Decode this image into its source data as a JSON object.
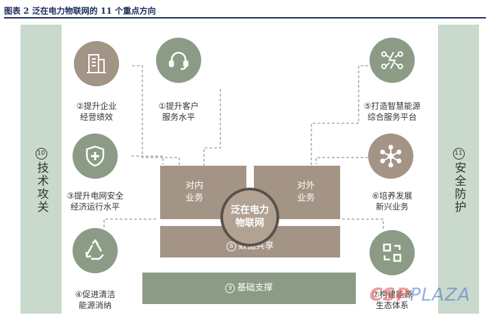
{
  "figure": {
    "title": "图表 2   泛在电力物联网的 11 个重点方向"
  },
  "side": {
    "left": {
      "num": "10",
      "label": "技术攻关"
    },
    "right": {
      "num": "11",
      "label": "安全防护"
    }
  },
  "nodes": {
    "n1": {
      "line1": "①提升客户",
      "line2": "服务水平",
      "icon": "headset-icon"
    },
    "n2": {
      "line1": "②提升企业",
      "line2": "经营绩效",
      "icon": "building-icon"
    },
    "n3": {
      "line1": "③提升电网安全",
      "line2": "经济运行水平",
      "icon": "shield-plus-icon"
    },
    "n4": {
      "line1": "④促进清洁",
      "line2": "能源消纳",
      "icon": "recycle-icon"
    },
    "n5": {
      "line1": "⑤打造智慧能源",
      "line2": "综合服务平台",
      "icon": "lightning-network-icon"
    },
    "n6": {
      "line1": "⑥培养发展",
      "line2": "新兴业务",
      "icon": "network-icon"
    },
    "n7": {
      "line1": "⑦构建能源",
      "line2": "生态体系",
      "icon": "ecosystem-icon"
    }
  },
  "blocks": {
    "inner": {
      "line1": "对内",
      "line2": "业务"
    },
    "outer": {
      "line1": "对外",
      "line2": "业务"
    },
    "data": {
      "num": "8",
      "label": "数据共享"
    },
    "base": {
      "num": "9",
      "label": "基础支撑"
    },
    "hub": {
      "line1": "泛在电力",
      "line2": "物联网"
    }
  },
  "watermark": {
    "left": "CSP",
    "right": "PLAZA"
  },
  "colors": {
    "tan": "#a49486",
    "green": "#8c9b85",
    "side": "#c9dacd",
    "title": "#1a2c5a"
  }
}
